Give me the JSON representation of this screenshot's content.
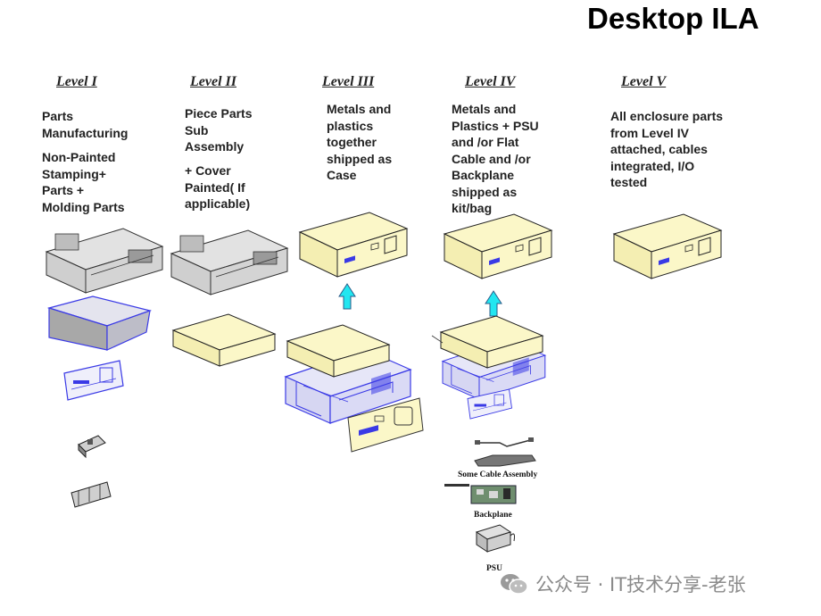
{
  "title": "Desktop ILA",
  "levels": [
    {
      "label": "Level  I",
      "desc_a": "Parts\nManufacturing",
      "desc_b": "Non-Painted\nStamping+\nParts +\nMolding  Parts"
    },
    {
      "label": "Level  II",
      "desc_a": "Piece Parts\nSub\nAssembly",
      "desc_b": " + Cover\nPainted( If\napplicable)"
    },
    {
      "label": "Level III",
      "desc_a": "Metals and\nplastics\ntogether\nshipped as\nCase"
    },
    {
      "label": "Level  IV",
      "desc_a": "Metals and\nPlastics  + PSU\nand /or   Flat\nCable and /or\nBackplane\nshipped as\nkit/bag"
    },
    {
      "label": "Level  V",
      "desc_a": "All  enclosure parts\nfrom Level IV\nattached,  cables\nintegrated, I/O\ntested"
    }
  ],
  "captions": {
    "cable": "Some Cable Assembly",
    "backplane": "Backplane",
    "psu": "PSU"
  },
  "watermark": {
    "text": "公众号 · IT技术分享-老张",
    "icon": "wechat-icon"
  },
  "colors": {
    "cover": "#FBF7C8",
    "chassis_blue": "#3A3AE6",
    "arrow": "#22E6F0",
    "panel_gray": "#A8A8A8"
  }
}
